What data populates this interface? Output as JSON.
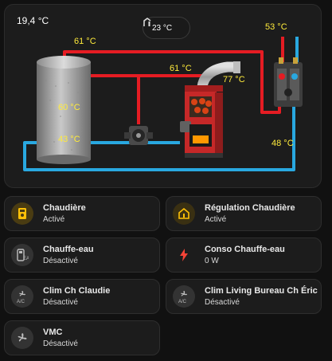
{
  "panel": {
    "ambient_temp": "19,4 °C",
    "exterior_temp": "23 °C",
    "temps": {
      "pipe_tank_top": "61 °C",
      "pipe_boiler": "61 °C",
      "smoke": "77 °C",
      "hot_out": "53 °C",
      "tank_mid": "60 °C",
      "tank_low": "43 °C",
      "return": "48 °C"
    }
  },
  "cards": [
    {
      "name": "Chaudière",
      "state": "Activé",
      "icon": "boiler-icon",
      "accent": "#ffc107"
    },
    {
      "name": "Régulation Chaudière",
      "state": "Activé",
      "icon": "home-thermostat-icon",
      "accent": "#ffc107"
    },
    {
      "name": "Chauffe-eau",
      "state": "Désactivé",
      "icon": "water-heater-icon",
      "accent": "#9e9e9e"
    },
    {
      "name": "Conso Chauffe-eau",
      "state": "0 W",
      "icon": "flash-icon",
      "accent": "#f44336"
    },
    {
      "name": "Clim Ch Claudie",
      "state": "Désactivé",
      "icon": "air-conditioner-icon",
      "accent": "#9e9e9e"
    },
    {
      "name": "Clim Living Bureau Ch Éric",
      "state": "Désactivé",
      "icon": "air-conditioner-icon",
      "accent": "#9e9e9e"
    },
    {
      "name": "VMC",
      "state": "Désactivé",
      "icon": "fan-icon",
      "accent": "#9e9e9e"
    }
  ]
}
